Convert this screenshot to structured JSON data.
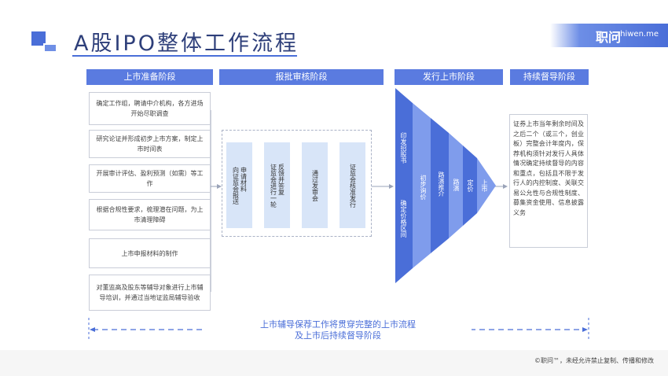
{
  "header": {
    "title": "A股IPO整体工作流程",
    "brand_name": "职问",
    "brand_url": "zhiwen.me"
  },
  "phases": [
    {
      "label": "上市准备阶段"
    },
    {
      "label": "报批审核阶段"
    },
    {
      "label": "发行上市阶段"
    },
    {
      "label": "持续督导阶段"
    }
  ],
  "preparation_steps": [
    {
      "text": "确定工作组，聘请中介机构，各方进场开始尽职调查"
    },
    {
      "text": "研究论证并形成初步上市方案，制定上市时间表"
    },
    {
      "text": "开展审计评估、盈利预测（如需）等工作"
    },
    {
      "text": "根据合规性要求，梳理潜在问题，为上市清理障碍"
    },
    {
      "text": "上市申报材料的制作"
    },
    {
      "text": "对董监高及股东等辅导对象进行上市辅导培训，并通过当地证监局辅导验收"
    }
  ],
  "review_steps": [
    {
      "text": "申请材料\n向证监会报送"
    },
    {
      "text": "反馈并答复\n证监会进行一轮"
    },
    {
      "text": "通过发审会"
    },
    {
      "text": "证监会核准发行"
    }
  ],
  "issuance_steps": [
    {
      "text": "印发招股书"
    },
    {
      "text": "确定价格区间"
    },
    {
      "text": "初步询价"
    },
    {
      "text": "路演推介"
    },
    {
      "text": "路演"
    },
    {
      "text": "定价"
    },
    {
      "text": "上市"
    }
  ],
  "supervision": {
    "text": "证券上市当年剩余时间及之后二个（或三个，创业板）完整会计年度内，保荐机构须针对发行人具体情况确定持续督导的内容和重点，包括且不限于发行人的内控制度、关联交易公允性与合规性制度、募集资金使用、信息披露义务"
  },
  "bottom_note": {
    "line1": "上市辅导保荐工作将贯穿完整的上市流程",
    "line2": "及上市后持续督导阶段"
  },
  "footer": {
    "copyright": "©职问™，未经允许禁止复制、传播和修改"
  },
  "colors": {
    "accent": "#4a6ed8",
    "header_bg": "#5a7be0",
    "review_fill": "#d8e5f8",
    "funnel_dark": "#4a6ed8",
    "funnel_light": "#7f9cec"
  }
}
